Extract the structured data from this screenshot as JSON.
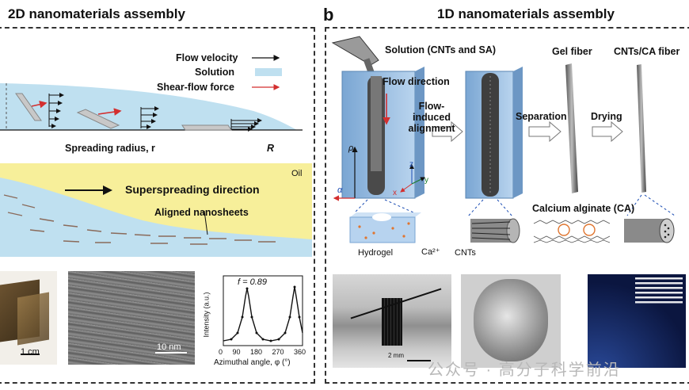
{
  "panel_a": {
    "title": "2D nanomaterials assembly",
    "legend": {
      "flow_velocity": "Flow velocity",
      "solution": "Solution",
      "shear_force": "Shear-flow force"
    },
    "axis": {
      "radius_label": "Spreading radius, r",
      "radius_end": "R"
    },
    "oil": "Oil",
    "direction": "Superspreading direction",
    "aligned": "Aligned nanosheets",
    "scale_1": "1 cm",
    "scale_2": "10 nm",
    "mini_chart": {
      "f_label": "f = 0.89",
      "ylabel": "Intensity (a.u.)",
      "xlabel": "Azimuthal angle, φ (°)",
      "ticks": [
        "0",
        "90",
        "180",
        "270",
        "360"
      ]
    }
  },
  "panel_b": {
    "letter": "b",
    "title": "1D nanomaterials assembly",
    "solution": "Solution (CNTs and SA)",
    "flow_direction": "Flow direction",
    "alignment": "Flow-induced alignment",
    "gel_fiber": "Gel fiber",
    "cnt_ca_fiber": "CNTs/CA fiber",
    "separation": "Separation",
    "drying": "Drying",
    "calcium": "Calcium alginate (CA)",
    "hydrogel": "Hydrogel",
    "ca_ion": "Ca²⁺",
    "cnts": "CNTs",
    "axes": {
      "rho": "ρ",
      "alpha": "α",
      "z": "z",
      "y": "y",
      "x": "x"
    },
    "scale": "2 mm"
  },
  "watermark": "公众号 · 高分子科学前沿",
  "colors": {
    "solution": "#bfe0f0",
    "oil": "#f7ef9a",
    "shear": "#d32f2f",
    "channel": "#8fb8dc"
  }
}
